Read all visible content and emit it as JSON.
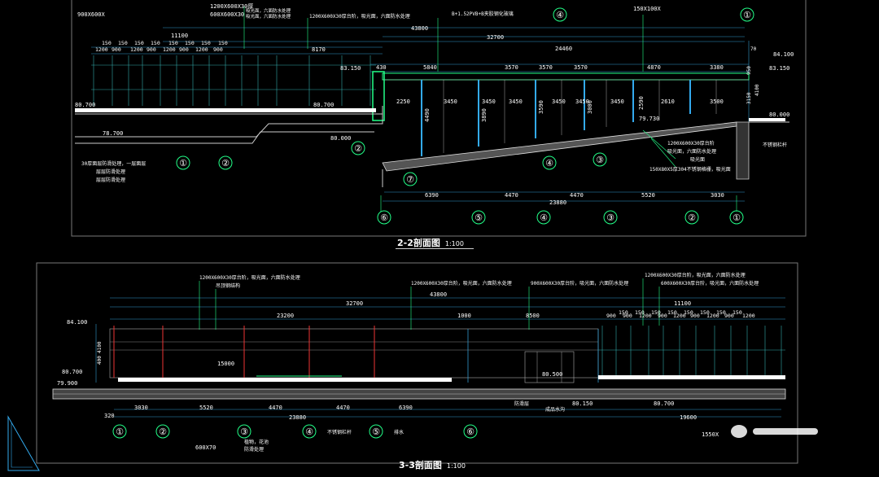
{
  "section_a": {
    "title": "2-2剖面图",
    "scale": "1:100",
    "top_annotations": [
      "900X600X",
      "1200X600X30厚",
      "600X600X30",
      "1200X600X30厚台阶，吸光面，六面防水处理",
      "B+1.52PVB+B夹胶钢化玻璃",
      "150X100X",
      "吸光面，六面防水处理",
      "吸光面，六面防水处理"
    ],
    "dims_top": [
      "43800",
      "32700",
      "24460",
      "11100",
      "8170"
    ],
    "dims_small_150": [
      "150",
      "150",
      "150",
      "150",
      "150",
      "150",
      "150",
      "150"
    ],
    "dims_small_row": [
      "1200",
      "900",
      "1200",
      "900",
      "1200",
      "900",
      "1200",
      "900"
    ],
    "dims_mid": [
      "430",
      "5840",
      "3570",
      "3570",
      "3570",
      "4870",
      "3380"
    ],
    "dims_bays": [
      "2250",
      "3450",
      "3450",
      "3450",
      "3450",
      "3450",
      "3450",
      "2610",
      "3500"
    ],
    "dims_vert": [
      "4490",
      "3890",
      "3590",
      "3000",
      "2590"
    ],
    "dims_bottom": [
      "6390",
      "4470",
      "4470",
      "5520",
      "3030"
    ],
    "dim_total_bottom": "23880",
    "elevations": [
      "84.100",
      "83.150",
      "83.150",
      "80.700",
      "80.700",
      "78.700",
      "80.000",
      "79.730",
      "80.000"
    ],
    "right_dims": [
      "70",
      "950",
      "3150",
      "4100"
    ],
    "notes_left": [
      "30厚面层防滑处理，一层面层",
      "层层防滑处理",
      "层层防滑处理"
    ],
    "notes_right": [
      "1200X600X30厚台阶",
      "吸光面，六面防水处理",
      "吸光面",
      "150X80X5厚304不锈钢格栅，吸光面"
    ],
    "note_right_small": "不锈钢栏杆",
    "axes": [
      "⑥",
      "⑤",
      "④",
      "③",
      "②",
      "①"
    ],
    "detail_tags": [
      "①",
      "②",
      "②",
      "⑦",
      "④",
      "③"
    ]
  },
  "section_b": {
    "title": "3-3剖面图",
    "scale": "1:100",
    "top_annotations": [
      "1200X600X30厚台阶，吸光面，六面防水处理",
      "吊顶钢结构",
      "1200X600X30厚台阶，吸光面，六面防水处理",
      "900X600X30厚台阶，吸光面，六面防水处理",
      "1200X600X30厚台阶，吸光面，六面防水处理",
      "600X600X30厚台阶，吸光面，六面防水处理"
    ],
    "dims_top": [
      "43800",
      "32700",
      "11100",
      "23200",
      "1000",
      "8500",
      "15000"
    ],
    "dims_small_150": [
      "150",
      "150",
      "150",
      "150",
      "150",
      "150",
      "150",
      "150"
    ],
    "dims_small_row": [
      "900",
      "900",
      "1200",
      "900",
      "1200",
      "900",
      "1200",
      "900",
      "1200"
    ],
    "elevations": [
      "84.100",
      "80.700",
      "79.900",
      "80.500",
      "80.150",
      "80.700"
    ],
    "left_dims": [
      "400",
      "4100"
    ],
    "dims_bottom": [
      "3030",
      "5520",
      "4470",
      "4470",
      "6390"
    ],
    "dim_total_bottom": "23880",
    "dim_right_bottom": "19600",
    "dim_320": "320",
    "axes": [
      "①",
      "②",
      "③",
      "④",
      "⑤",
      "⑥"
    ],
    "notes_bottom": [
      "600X70",
      "植物，花池",
      "不锈钢栏杆",
      "排水",
      "防滑层",
      "成品水沟",
      "1550X"
    ],
    "notes_mid": [
      "防滑处理"
    ]
  }
}
